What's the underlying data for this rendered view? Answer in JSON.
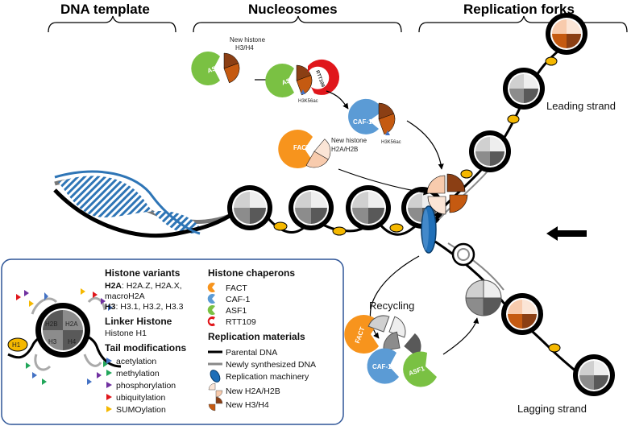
{
  "headers": {
    "dna_template": "DNA template",
    "nucleosomes": "Nucleosomes",
    "replication_forks": "Replication forks"
  },
  "labels": {
    "new_h3h4": [
      "New histone",
      "H3/H4"
    ],
    "new_h2ah2b": [
      "New histone",
      "H2A/H2B"
    ],
    "asf1": "ASF1",
    "caf1": "CAF-1",
    "fact": "FACT",
    "rtt109": "RTT109",
    "h3k56ac": "H3K56ac",
    "leading_strand": "Leading strand",
    "lagging_strand": "Lagging strand",
    "recycling": "Recycling",
    "h1": "H1",
    "h2b": "H2B",
    "h2a": "H2A",
    "h3": "H3",
    "h4": "H4"
  },
  "legend": {
    "variants_title": "Histone variants",
    "h2a_key": "H2A",
    "h2a_values": ": H2A.Z, H2A.X,",
    "h2a_values2": "macroH2A",
    "h3_key": "H3",
    "h3_values": ": H3.1, H3.2, H3.3",
    "linker_title": "Linker Histone",
    "linker_value": "Histone H1",
    "tail_title": "Tail modifications",
    "tail_mods": [
      {
        "label": "acetylation",
        "color": "#4472c4"
      },
      {
        "label": "methylation",
        "color": "#21a65a"
      },
      {
        "label": "phosphorylation",
        "color": "#7030a0"
      },
      {
        "label": "ubiquitylation",
        "color": "#e0161b"
      },
      {
        "label": "SUMOylation",
        "color": "#f5b800"
      }
    ],
    "chaperons_title": "Histone chaperons",
    "chaperons": [
      "FACT",
      "CAF-1",
      "ASF1",
      "RTT109"
    ],
    "materials_title": "Replication materials",
    "materials": [
      "Parental DNA",
      "Newly synthesized DNA",
      "Replication machinery",
      "New H2A/H2B",
      "New H3/H4"
    ]
  },
  "colors": {
    "fact": "#f7941d",
    "caf1": "#5b9bd5",
    "asf1": "#7ac143",
    "rtt109": "#e0161b",
    "h3h4_dark": "#8b3f14",
    "h3h4_mid": "#c55a11",
    "h2a_light": "#f8cbad",
    "h2a_pale": "#fbe5d6",
    "machinery": "#1f6fb8",
    "legend_border": "#2e5597"
  }
}
